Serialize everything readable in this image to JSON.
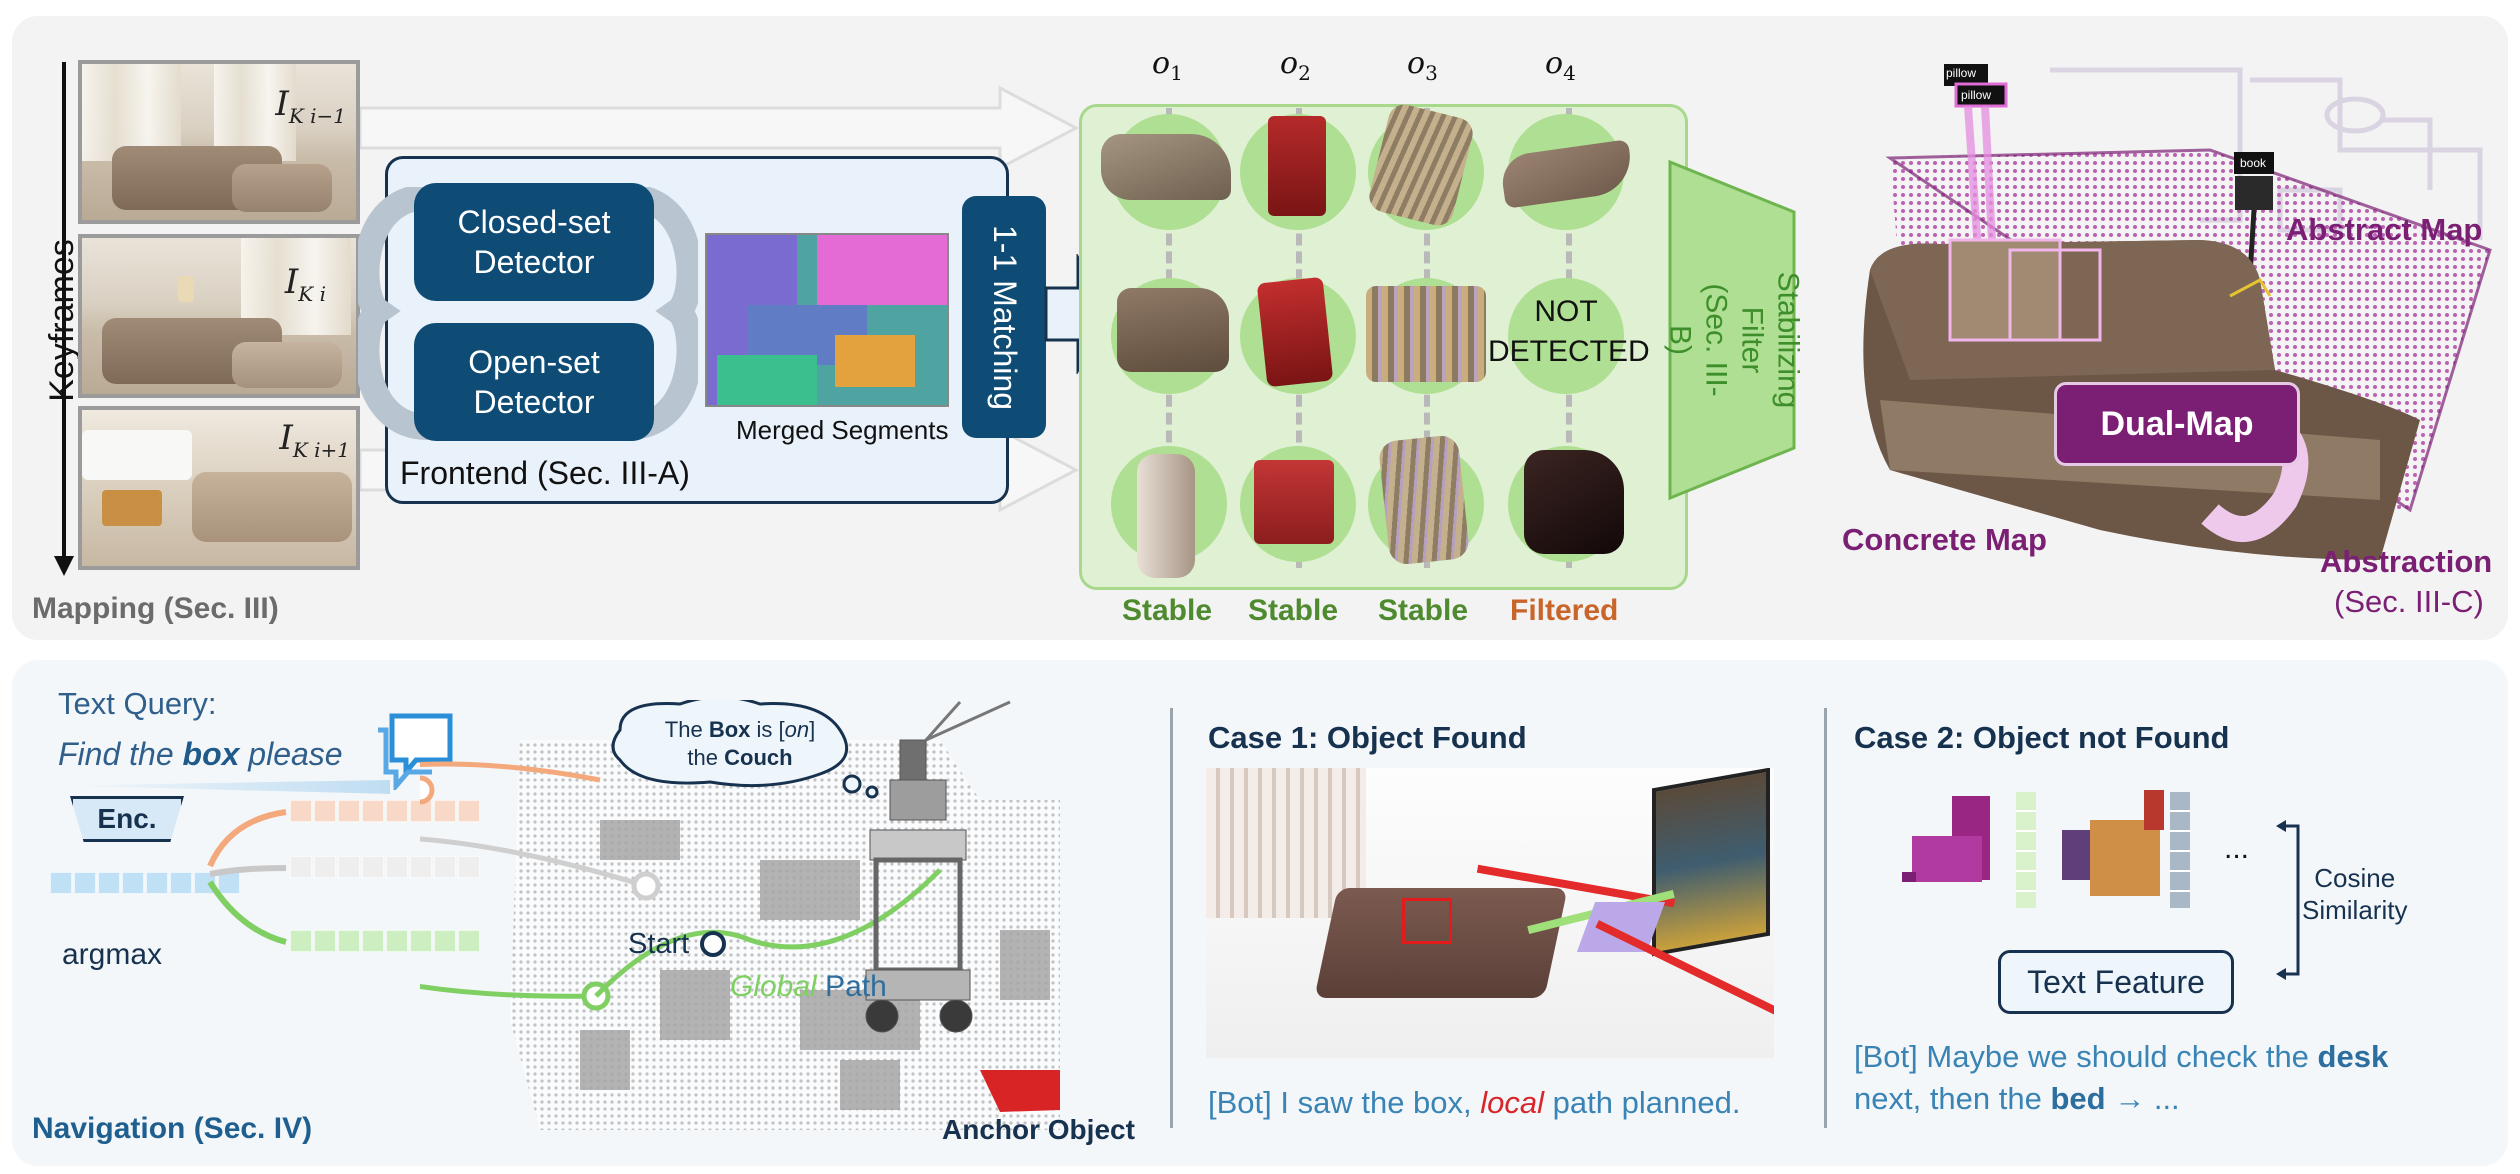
{
  "mapping": {
    "axis_label": "Keyframes",
    "section_label": "Mapping (Sec. III)",
    "keyframes": [
      {
        "label_base": "I",
        "label_sub": "K i−1"
      },
      {
        "label_base": "I",
        "label_sub": "K i"
      },
      {
        "label_base": "I",
        "label_sub": "K i+1"
      }
    ],
    "frontend": {
      "title": "Frontend (Sec. III-A)",
      "closed_detector": "Closed-set\nDetector",
      "open_detector": "Open-set\nDetector",
      "merged_segments_label": "Merged Segments"
    },
    "matching_label": "1-1 Matching",
    "objects": [
      {
        "symbol": "o",
        "index": "1",
        "status": "Stable",
        "status_color": "#4e8a2e"
      },
      {
        "symbol": "o",
        "index": "2",
        "status": "Stable",
        "status_color": "#4e8a2e"
      },
      {
        "symbol": "o",
        "index": "3",
        "status": "Stable",
        "status_color": "#4e8a2e"
      },
      {
        "symbol": "o",
        "index": "4",
        "status": "Filtered",
        "status_color": "#c9652a"
      }
    ],
    "not_detected_label": "NOT\nDETECTED",
    "filter_label": "Stabilizing\nFilter (Sec. III-B)",
    "abstract_map_label": "Abstract Map",
    "concrete_map_label": "Concrete Map",
    "dual_map_label": "Dual-Map",
    "abstraction_label": "Abstraction",
    "abstraction_sec": "(Sec. III-C)",
    "tags": [
      "pillow",
      "pillow",
      "book"
    ]
  },
  "navigation": {
    "section_label": "Navigation (Sec. IV)",
    "text_query_label": "Text Query:",
    "query_prefix": "Find the ",
    "query_object": "box",
    "query_suffix": " please",
    "encoder_label": "Enc.",
    "argmax_label": "argmax",
    "bubble": {
      "l1_pre": "The ",
      "l1_obj": "Box",
      "l1_mid": " is [",
      "l1_rel": "on",
      "l1_end": "]",
      "l2_pre": "the ",
      "l2_obj": "Couch"
    },
    "start_label": "Start",
    "global_word": "Global",
    "path_word": " Path",
    "anchor_label": "Anchor Object",
    "case1": {
      "title": "Case 1: Object Found",
      "text_pre": "[Bot] I saw the box, ",
      "text_local": "local",
      "text_post": " path planned."
    },
    "case2": {
      "title": "Case 2: Object not Found",
      "ellipsis": "...",
      "cosine_label": "Cosine\nSimilarity",
      "text_feature_label": "Text Feature",
      "text_pre": "[Bot] Maybe we should check the ",
      "text_desk": "desk",
      "text_mid": "next, then the ",
      "text_bed": "bed",
      "text_end": " → ..."
    }
  },
  "colors": {
    "dark_blue": "#0f4c75",
    "green_fill": "#aedf92",
    "purple": "#7a1f74",
    "stable": "#4e8a2e",
    "filtered": "#c9652a"
  }
}
